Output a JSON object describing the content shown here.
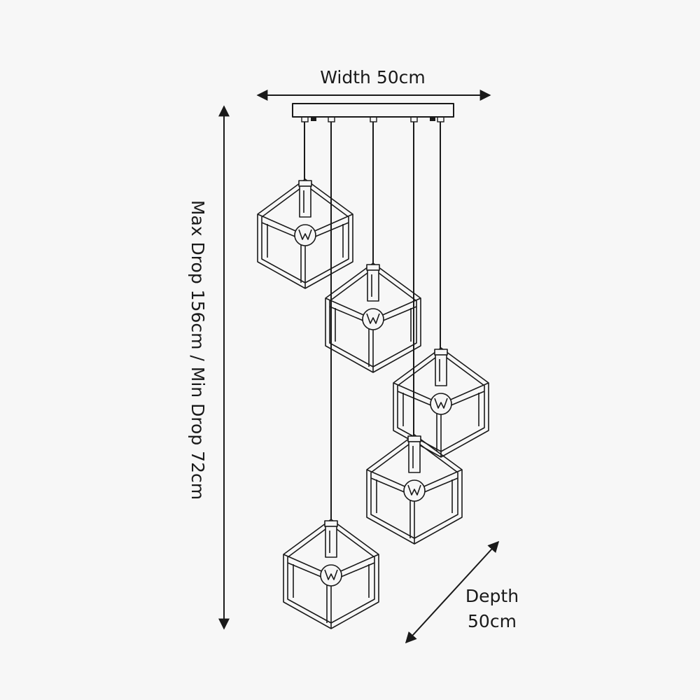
{
  "dimensions": {
    "width_label": "Width 50cm",
    "drop_label": "Max Drop 156cm / Min Drop 72cm",
    "depth_label_line1": "Depth",
    "depth_label_line2": "50cm"
  },
  "colors": {
    "line": "#1a1a1a",
    "background": "#f7f7f7"
  },
  "pendant_count": 5
}
